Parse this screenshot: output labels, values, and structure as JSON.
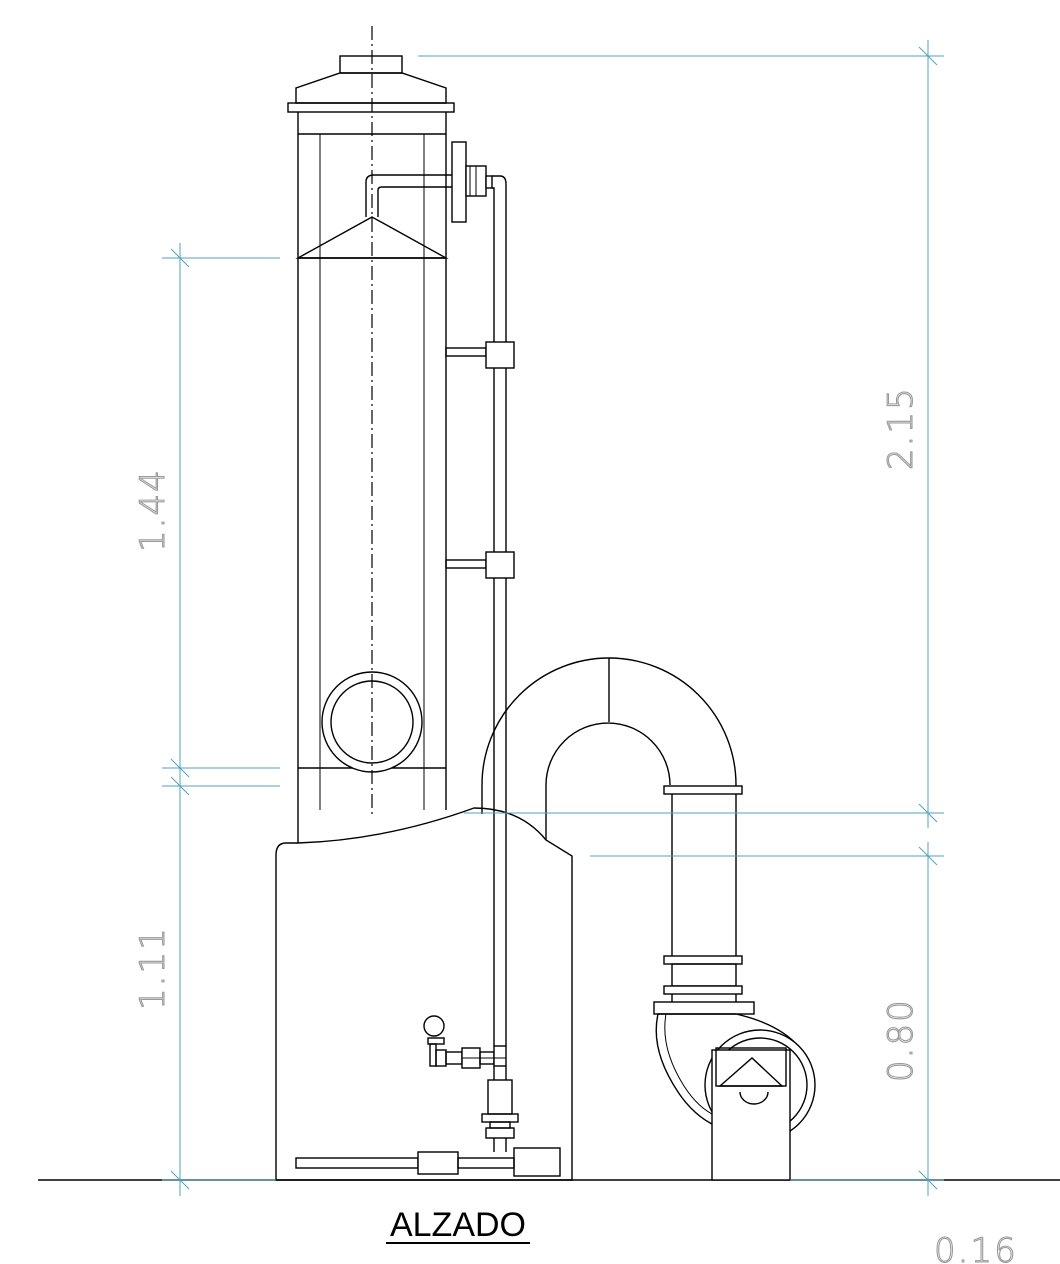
{
  "title": "ALZADO",
  "dimensions": {
    "scrubber_section": "1.44",
    "total_height": "2.15",
    "tank_height": "1.11",
    "fan_height": "0.80",
    "scale": "0.16"
  }
}
